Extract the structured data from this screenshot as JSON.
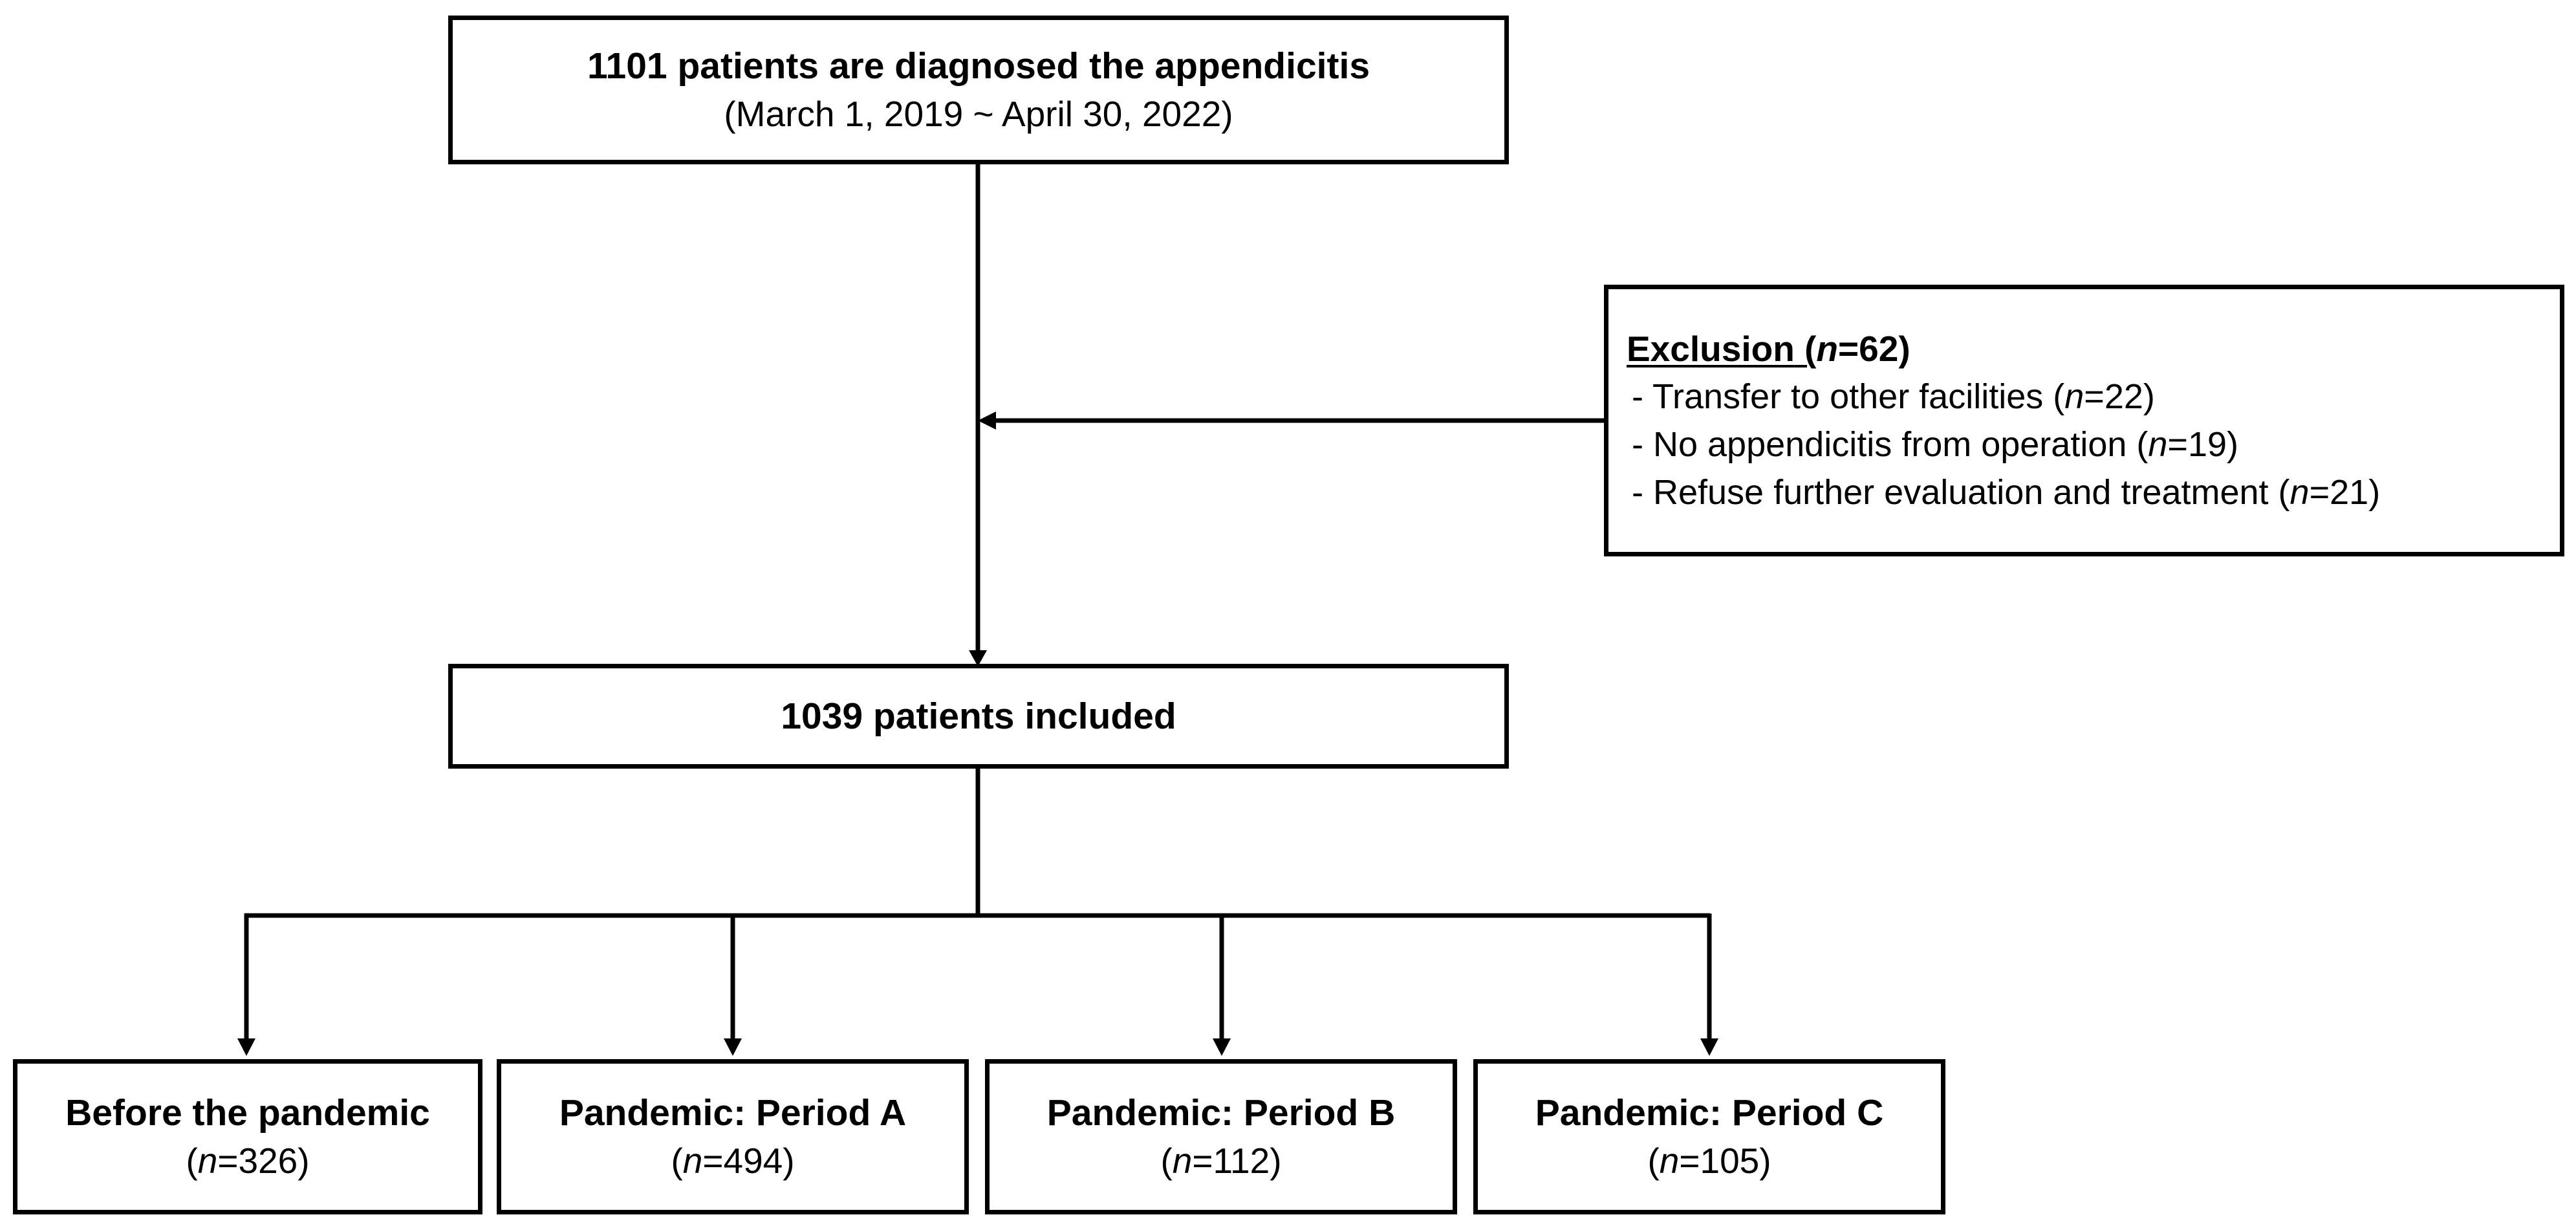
{
  "top_box": {
    "title": "1101 patients are diagnosed the appendicitis",
    "subtitle": "(March 1, 2019 ~ April 30, 2022)"
  },
  "exclusion_box": {
    "heading_label": "Exclusion",
    "heading_open": "(",
    "heading_n": "n",
    "heading_value": "=62)",
    "items": [
      {
        "prefix": "- Transfer to other facilities (",
        "n": "n",
        "value": "=22)"
      },
      {
        "prefix": "- No appendicitis from operation (",
        "n": "n",
        "value": "=19)"
      },
      {
        "prefix": "- Refuse further evaluation and treatment (",
        "n": "n",
        "value": "=21)"
      }
    ]
  },
  "included_box": {
    "title": "1039 patients included"
  },
  "groups": [
    {
      "title": "Before the pandemic",
      "open": "(",
      "n": "n",
      "value": "=326)"
    },
    {
      "title": "Pandemic: Period A",
      "open": "(",
      "n": "n",
      "value": "=494)"
    },
    {
      "title": "Pandemic: Period B",
      "open": "(",
      "n": "n",
      "value": "=112)"
    },
    {
      "title": "Pandemic: Period C",
      "open": "(",
      "n": "n",
      "value": "=105)"
    }
  ],
  "colors": {
    "stroke": "#000000",
    "background": "#ffffff"
  }
}
